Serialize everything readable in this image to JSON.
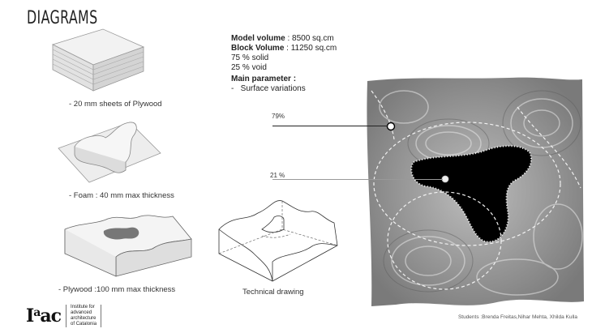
{
  "header": {
    "title": "DIAGRAMS"
  },
  "diagrams": [
    {
      "caption": "- 20 mm sheets of Plywood",
      "subject": "stacked-plywood-block"
    },
    {
      "caption": "- Foam : 40 mm max thickness",
      "subject": "foam-tri-lobe-shape"
    },
    {
      "caption": "- Plywood :100 mm max thickness",
      "subject": "carved-plywood-block"
    }
  ],
  "technical": {
    "caption": "Technical drawing"
  },
  "stats": {
    "model_volume_label": "Model volume",
    "model_volume_value": " : 8500 sq.cm",
    "block_volume_label": "Block Volume",
    "block_volume_value": " : 11250 sq.cm",
    "solid": "75 % solid",
    "void": "25 % void",
    "parameter_label": "Main parameter :",
    "parameter_item": "-   Surface variations"
  },
  "callouts": [
    {
      "label": "79%",
      "meaning": "solid-region"
    },
    {
      "label": "21 %",
      "meaning": "void-region"
    }
  ],
  "footer": {
    "logo_mark": "Iaac",
    "logo_lines": [
      "Institute for",
      "advanced",
      "architecture",
      "of Catalonia"
    ],
    "credits": "Students :Brenda Freitas,Nihar Mehta, Xhilda Kulla"
  }
}
